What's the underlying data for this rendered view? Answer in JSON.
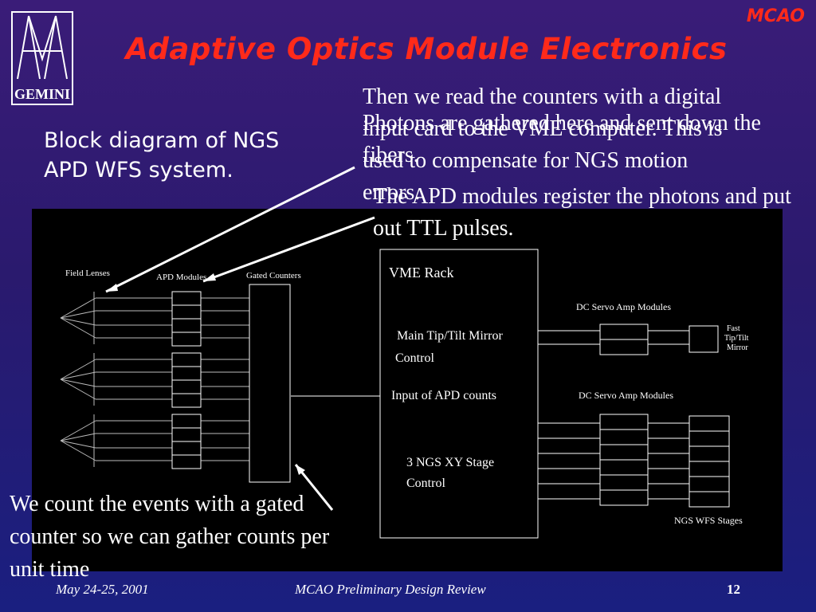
{
  "header": {
    "tag": "MCAO",
    "title": "Adaptive Optics Module Electronics",
    "logo_text": "GEMINI"
  },
  "intro": {
    "line1": "Block diagram of NGS",
    "line2": "APD WFS system."
  },
  "captions": {
    "counters": "Then we read the counters with a digital input card to the VME computer.  This is used to compensate for NGS motion errors.",
    "photons": "Photons are gathered here and sent down the fibers.",
    "apd": "The APD modules register the photons and put out TTL pulses.",
    "gated": "We count the events with a gated counter so we can gather counts per unit time"
  },
  "diagram": {
    "field_lenses": "Field Lenses",
    "apd_modules": "APD Modules",
    "gated_counters": "Gated Counters",
    "vme_rack": "VME Rack",
    "dc_servo_top": "DC Servo Amp Modules",
    "fast_tt_1": "Fast",
    "fast_tt_2": "Tip/Tilt",
    "fast_tt_3": "Mirror",
    "main_tt_1": "Main Tip/Tilt Mirror",
    "main_tt_2": "Control",
    "input_apd": "Input of APD counts",
    "dc_servo_bottom": "DC Servo Amp Modules",
    "xy_stage_1": "3 NGS XY Stage",
    "xy_stage_2": "Control",
    "ngs_wfs_stages": "NGS WFS Stages"
  },
  "footer": {
    "date": "May 24-25, 2001",
    "review": "MCAO Preliminary Design Review",
    "page": "12"
  },
  "colors": {
    "accent": "#ff2a1a",
    "text": "#ffffff",
    "background_top": "#3a1c78",
    "background_bottom": "#1a1f80",
    "diagram_bg": "#000000"
  }
}
